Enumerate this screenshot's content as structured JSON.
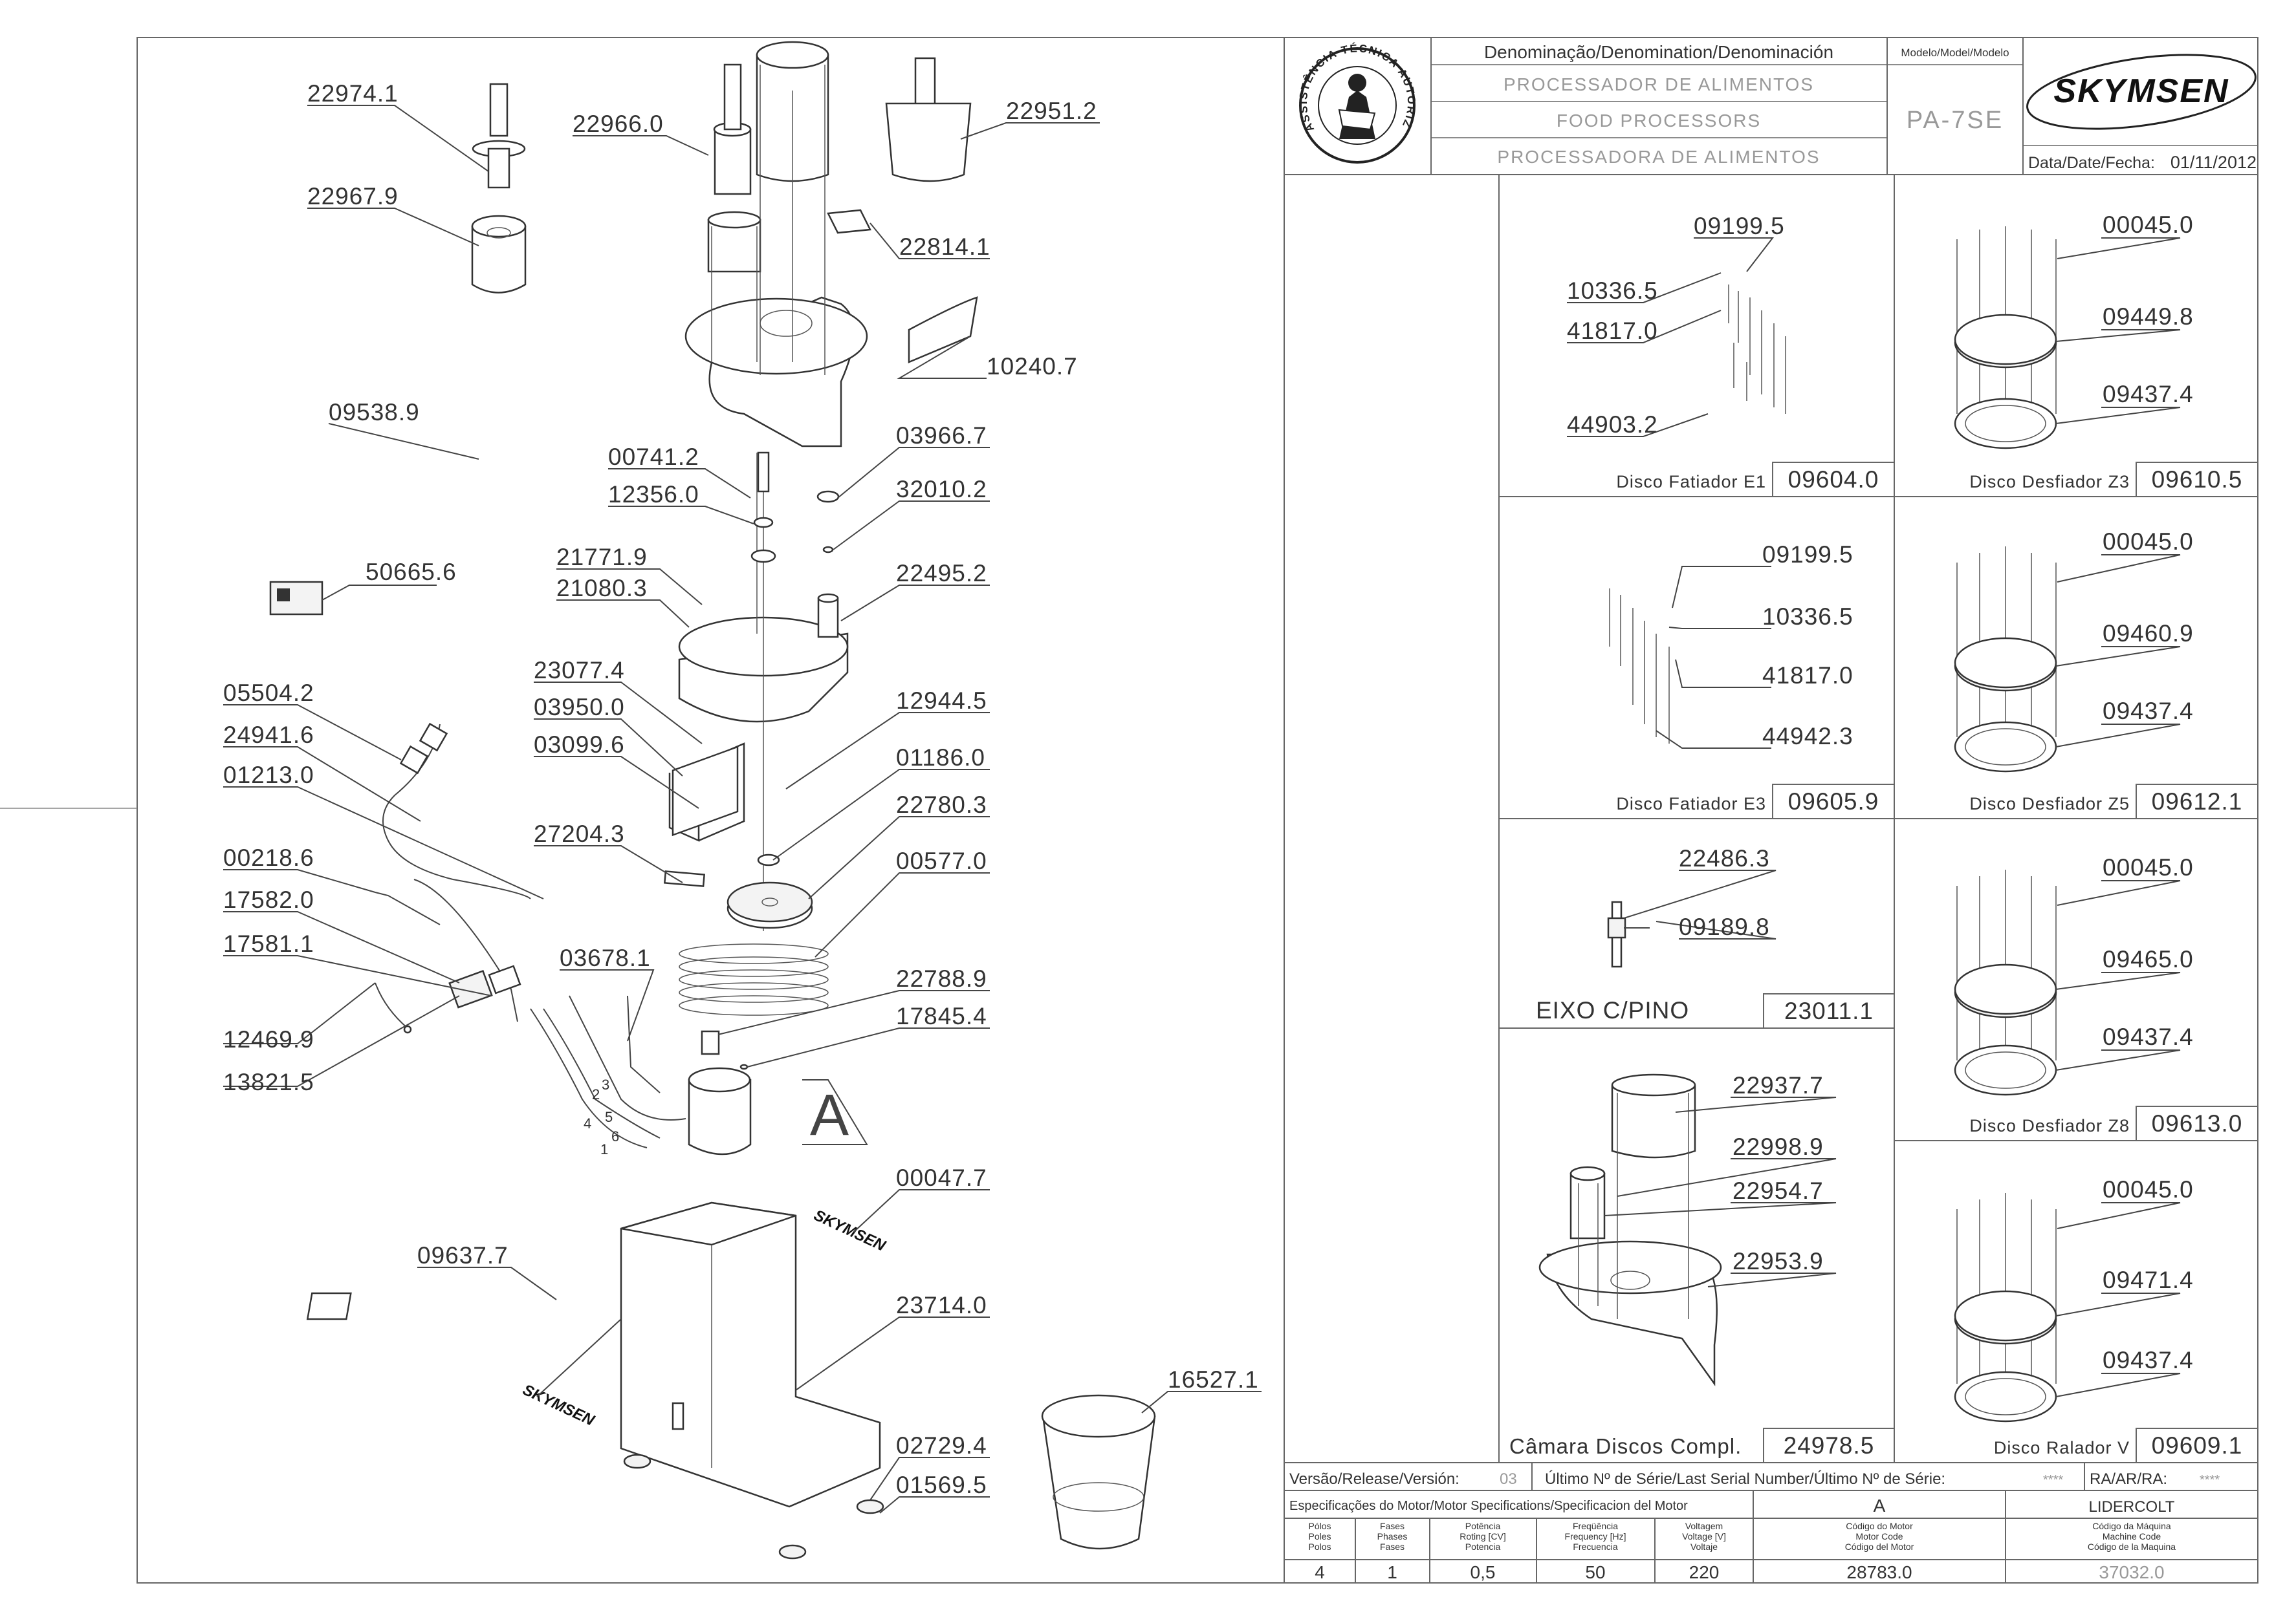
{
  "header": {
    "denomination_label": "Denominação/Denomination/Denominación",
    "model_label": "Modelo/Model/Modelo",
    "names": [
      "PROCESSADOR DE ALIMENTOS",
      "FOOD PROCESSORS",
      "PROCESSADORA DE ALIMENTOS"
    ],
    "model": "PA-7SE",
    "brand": "SKYMSEN",
    "date_label": "Data/Date/Fecha:",
    "date": "01/11/2012",
    "seal_text": "ASSISTÊNCIA TÉCNICA AUTORIZADA"
  },
  "main_parts": [
    "22974.1",
    "22967.9",
    "22966.0",
    "22951.2",
    "22814.1",
    "10240.7",
    "09538.9",
    "00741.2",
    "12356.0",
    "03966.7",
    "32010.2",
    "21771.9",
    "21080.3",
    "22495.2",
    "50665.6",
    "05504.2",
    "24941.6",
    "01213.0",
    "00218.6",
    "17582.0",
    "17581.1",
    "12469.9",
    "13821.5",
    "23077.4",
    "03950.0",
    "03099.6",
    "12944.5",
    "01186.0",
    "27204.3",
    "22780.3",
    "00577.0",
    "03678.1",
    "22788.9",
    "17845.4",
    "00047.7",
    "09637.7",
    "23714.0",
    "16527.1",
    "02729.4",
    "01569.5"
  ],
  "wire_numbers": [
    "1",
    "2",
    "3",
    "4",
    "5",
    "6"
  ],
  "detail_letter": "A",
  "panels": {
    "e1": {
      "parts": [
        "09199.5",
        "10336.5",
        "41817.0",
        "44903.2"
      ],
      "caption": "Disco Fatiador E1",
      "code": "09604.0"
    },
    "z3": {
      "parts": [
        "00045.0",
        "09449.8",
        "09437.4"
      ],
      "caption": "Disco Desfiador Z3",
      "code": "09610.5"
    },
    "e3": {
      "parts": [
        "09199.5",
        "10336.5",
        "41817.0",
        "44942.3"
      ],
      "caption": "Disco Fatiador E3",
      "code": "09605.9"
    },
    "z5": {
      "parts": [
        "00045.0",
        "09460.9",
        "09437.4"
      ],
      "caption": "Disco Desfiador Z5",
      "code": "09612.1"
    },
    "eixo": {
      "parts": [
        "22486.3",
        "09189.8"
      ],
      "caption": "EIXO C/PINO",
      "code": "23011.1"
    },
    "z8": {
      "parts": [
        "00045.0",
        "09465.0",
        "09437.4"
      ],
      "caption": "Disco Desfiador Z8",
      "code": "09613.0"
    },
    "camara": {
      "parts": [
        "22937.7",
        "22998.9",
        "22954.7",
        "22953.9"
      ],
      "caption": "Câmara Discos Compl.",
      "code": "24978.5"
    },
    "v": {
      "parts": [
        "00045.0",
        "09471.4",
        "09437.4"
      ],
      "caption": "Disco Ralador V",
      "code": "09609.1"
    }
  },
  "footer": {
    "version_label": "Versão/Release/Versión:",
    "version": "03",
    "last_serial_label": "Último Nº de Série/Last Serial Number/Último Nº de Série:",
    "last_serial": "****",
    "ra_label": "RA/AR/RA:",
    "ra": "****",
    "motor_spec_label": "Especificações do Motor/Motor Specifications/Specificacion del Motor",
    "motor_letter": "A",
    "manufacturer": "LIDERCOLT",
    "columns": [
      {
        "label": "Pólos\nPoles\nPolos",
        "value": "4"
      },
      {
        "label": "Fases\nPhases\nFases",
        "value": "1"
      },
      {
        "label": "Potência\nRoting [CV]\nPotencia",
        "value": "0,5"
      },
      {
        "label": "Freqüência\nFrequency [Hz]\nFrecuencia",
        "value": "50"
      },
      {
        "label": "Voltagem\nVoltage [V]\nVoltaje",
        "value": "220"
      },
      {
        "label": "Código do Motor\nMotor Code\nCódigo del Motor",
        "value": "28783.0"
      },
      {
        "label": "Código da Máquina\nMachine Code\nCódigo de la Maquina",
        "value": "37032.0"
      }
    ]
  }
}
